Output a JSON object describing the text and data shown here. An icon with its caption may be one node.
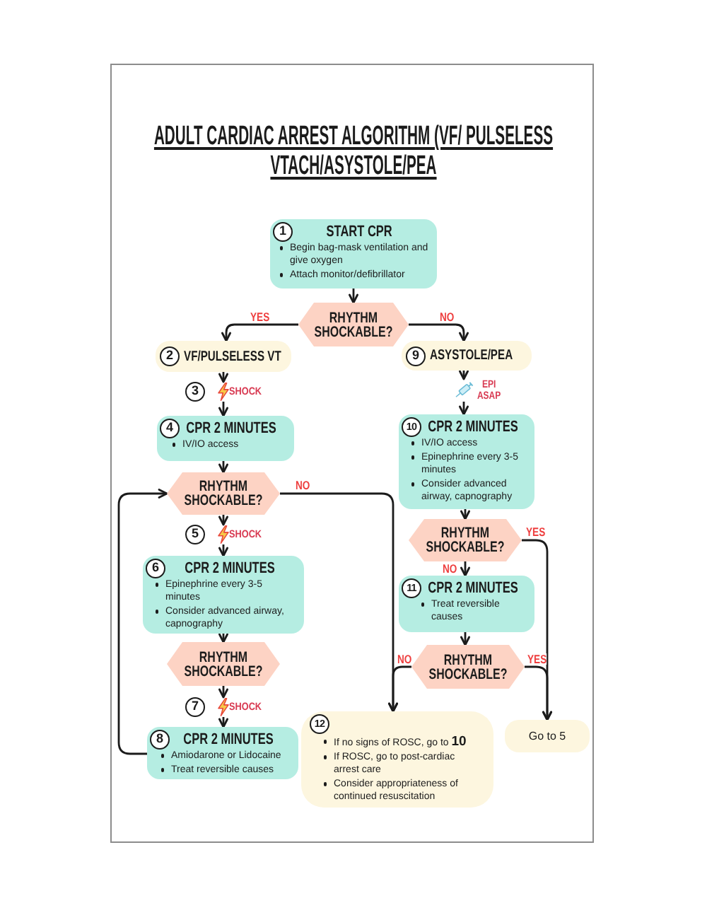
{
  "diagram": {
    "title": "ADULT CARDIAC ARREST ALGORITHM (VF/ PULSELESS VTACH/ASYSTOLE/PEA",
    "nodes": [
      {
        "text": [
          "1",
          "START CPR",
          "Begin bag-mask ventilation and give oxygen",
          "Attach monitor/defibrillator"
        ]
      },
      {
        "text": [
          "RHYTHM SHOCKABLE?"
        ]
      },
      {
        "text": [
          "2",
          "VF/PULSELESS VT"
        ]
      },
      {
        "text": [
          "3",
          "SHOCK"
        ]
      },
      {
        "text": [
          "4",
          "CPR 2 MINUTES",
          "IV/IO access"
        ]
      },
      {
        "text": [
          "RHYTHM SHOCKABLE?"
        ]
      },
      {
        "text": [
          "5",
          "SHOCK"
        ]
      },
      {
        "text": [
          "6",
          "CPR 2 MINUTES",
          "Epinephrine every 3-5 minutes",
          "Consider advanced airway, capnography"
        ]
      },
      {
        "text": [
          "RHYTHM SHOCKABLE?"
        ]
      },
      {
        "text": [
          "7",
          "SHOCK"
        ]
      },
      {
        "text": [
          "8",
          "CPR 2 MINUTES",
          "Amiodarone or Lidocaine",
          "Treat reversible causes"
        ]
      },
      {
        "text": [
          "9",
          "ASYSTOLE/PEA"
        ]
      },
      {
        "text": [
          "EPI ASAP"
        ]
      },
      {
        "text": [
          "10",
          "CPR 2 MINUTES",
          "IV/IO access",
          "Epinephrine every 3-5 minutes",
          "Consider advanced airway, capnography"
        ]
      },
      {
        "text": [
          "RHYTHM SHOCKABLE?"
        ]
      },
      {
        "text": [
          "11",
          "CPR 2 MINUTES",
          "Treat reversible causes"
        ]
      },
      {
        "text": [
          "RHYTHM SHOCKABLE?"
        ]
      },
      {
        "text": [
          "12",
          "If no signs of ROSC, go to **10**",
          "If ROSC, go to post-cardiac arrest care",
          "Consider appropriateness of continued resuscitation"
        ]
      },
      {
        "text": [
          "Go to 5"
        ]
      }
    ],
    "edges": [
      {
        "from": 0,
        "to": 1,
        "arrow": "to"
      },
      {
        "from": 1,
        "to": 2,
        "arrow": "to",
        "label": "YES"
      },
      {
        "from": 1,
        "to": 11,
        "arrow": "to",
        "label": "NO"
      },
      {
        "from": 2,
        "to": 3,
        "arrow": "to"
      },
      {
        "from": 3,
        "to": 4,
        "arrow": "to"
      },
      {
        "from": 4,
        "to": 5,
        "arrow": "to"
      },
      {
        "from": 5,
        "to": 6,
        "arrow": "to"
      },
      {
        "from": 6,
        "to": 7,
        "arrow": "to"
      },
      {
        "from": 7,
        "to": 8,
        "arrow": "to"
      },
      {
        "from": 8,
        "to": 9,
        "arrow": "to"
      },
      {
        "from": 9,
        "to": 10,
        "arrow": "to"
      },
      {
        "from": 10,
        "to": 5,
        "arrow": "to"
      },
      {
        "from": 5,
        "to": 17,
        "arrow": "to",
        "label": "NO"
      },
      {
        "from": 11,
        "to": 12,
        "arrow": "to"
      },
      {
        "from": 12,
        "to": 13,
        "arrow": "to"
      },
      {
        "from": 13,
        "to": 14,
        "arrow": "to"
      },
      {
        "from": 14,
        "to": 15,
        "arrow": "to",
        "label": "NO"
      },
      {
        "from": 14,
        "to": 18,
        "arrow": "to",
        "label": "YES"
      },
      {
        "from": 15,
        "to": 16,
        "arrow": "to"
      },
      {
        "from": 16,
        "to": 17,
        "arrow": "to",
        "label": "NO"
      },
      {
        "from": 16,
        "to": 18,
        "arrow": "to",
        "label": "YES"
      }
    ]
  }
}
